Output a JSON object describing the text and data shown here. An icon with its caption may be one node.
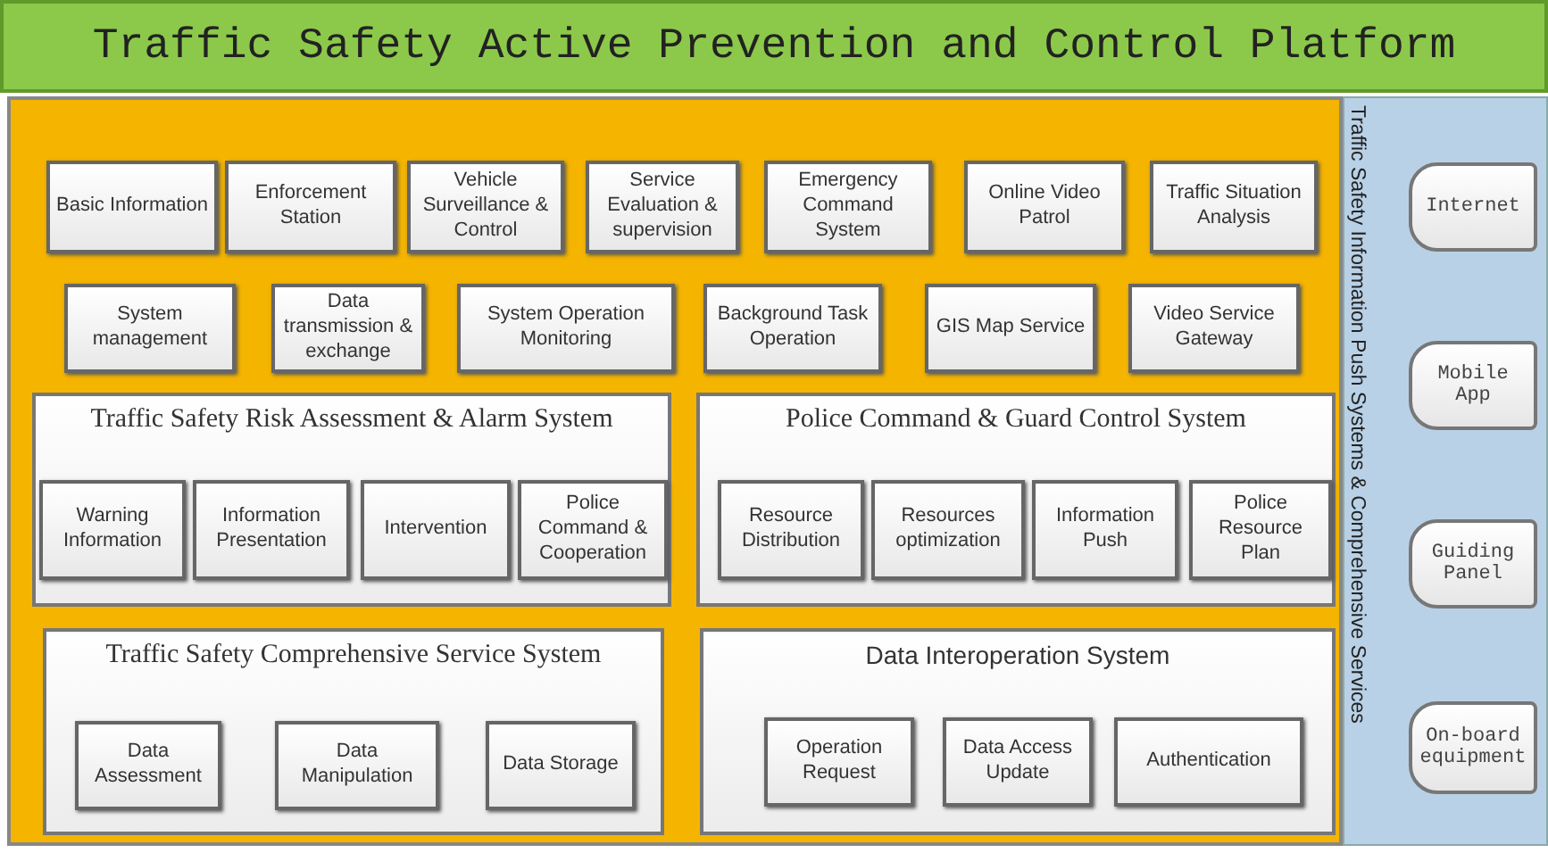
{
  "diagram": {
    "nodes": [
      {
        "text": [
          "Traffic Safety Active Prevention and Control Platform"
        ]
      },
      {
        "text": [],
        "shape": "box"
      },
      {
        "text": [
          "Basic Information"
        ],
        "in": 1
      },
      {
        "text": [
          "Enforcement Station"
        ],
        "in": 1
      },
      {
        "text": [
          "Vehicle Surveillance & Control"
        ],
        "in": 1
      },
      {
        "text": [
          "Service Evaluation & supervision"
        ],
        "in": 1
      },
      {
        "text": [
          "Emergency Command System"
        ],
        "in": 1
      },
      {
        "text": [
          "Online Video Patrol"
        ],
        "in": 1
      },
      {
        "text": [
          "Traffic Situation Analysis"
        ],
        "in": 1
      },
      {
        "text": [
          "System management"
        ],
        "in": 1
      },
      {
        "text": [
          "Data transmission & exchange"
        ],
        "in": 1
      },
      {
        "text": [
          "System Operation Monitoring"
        ],
        "in": 1
      },
      {
        "text": [
          "Background Task Operation"
        ],
        "in": 1
      },
      {
        "text": [
          "GIS Map Service"
        ],
        "in": 1
      },
      {
        "text": [
          "Video Service Gateway"
        ],
        "in": 1
      },
      {
        "text": [
          "Traffic Safety Risk Assessment & Alarm System"
        ],
        "in": 1
      },
      {
        "text": [
          "Warning Information"
        ],
        "in": 15
      },
      {
        "text": [
          "Information Presentation"
        ],
        "in": 15
      },
      {
        "text": [
          "Intervention"
        ],
        "in": 15
      },
      {
        "text": [
          "Police Command & Cooperation"
        ],
        "in": 15
      },
      {
        "text": [
          "Police Command & Guard Control System"
        ],
        "in": 1
      },
      {
        "text": [
          "Resource Distribution"
        ],
        "in": 20
      },
      {
        "text": [
          "Resources optimization"
        ],
        "in": 20
      },
      {
        "text": [
          "Information Push"
        ],
        "in": 20
      },
      {
        "text": [
          "Police Resource Plan"
        ],
        "in": 20
      },
      {
        "text": [
          "Traffic Safety Comprehensive Service System"
        ],
        "in": 1
      },
      {
        "text": [
          "Data Assessment"
        ],
        "in": 25
      },
      {
        "text": [
          "Data Manipulation"
        ],
        "in": 25
      },
      {
        "text": [
          "Data Storage"
        ],
        "in": 25
      },
      {
        "text": [
          "Data Interoperation System"
        ],
        "in": 1
      },
      {
        "text": [
          "Operation Request"
        ],
        "in": 29
      },
      {
        "text": [
          "Data Access Update"
        ],
        "in": 29
      },
      {
        "text": [
          "Authentication"
        ],
        "in": 29
      },
      {
        "text": [
          "Traffic Safety Information Push Systems & Comprehensive Services"
        ]
      },
      {
        "text": [
          "Internet"
        ],
        "in": 33
      },
      {
        "text": [
          "Mobile App"
        ],
        "in": 33
      },
      {
        "text": [
          "Guiding Panel"
        ],
        "in": 33
      },
      {
        "text": [
          "On-board equipment"
        ],
        "in": 33
      }
    ]
  }
}
